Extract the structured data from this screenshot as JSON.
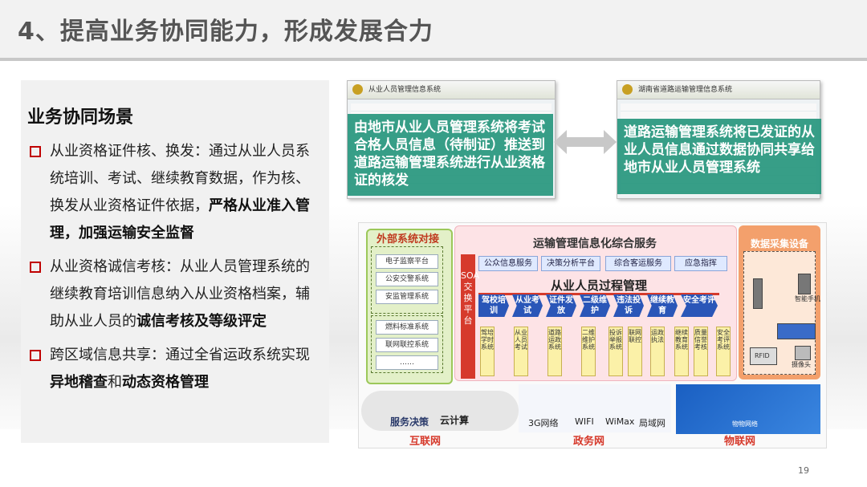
{
  "header": {
    "title": "4、提高业务协同能力，形成发展合力"
  },
  "left": {
    "scene_title": "业务协同场景",
    "bullets": [
      {
        "pre": "从业资格证件核、换发：通过从业人员系统培训、考试、继续教育数据，作为核、换发从业资格证件依据，",
        "bold1": "严格从业准入管理，加强运输安全监督",
        "mid": "",
        "bold2": "",
        "post": ""
      },
      {
        "pre": "从业资格诚信考核：从业人员管理系统的继续教育培训信息纳入从业资格档案，辅助从业人员的",
        "bold1": "诚信考核及等级评定",
        "mid": "",
        "bold2": "",
        "post": ""
      },
      {
        "pre": "跨区域信息共享：通过全省运政系统实现",
        "bold1": "异地稽查",
        "mid": "和",
        "bold2": "动态资格管理",
        "post": ""
      }
    ]
  },
  "screens": {
    "left_header": "从业人员管理信息系统",
    "left_overlay": "由地市从业人员管理系统将考试合格人员信息（待制证）推送到道路运输管理系统进行从业资格证的核发",
    "right_header": "湖南省道路运输管理信息系统",
    "right_overlay": "道路运输管理系统将已发证的从业人员信息通过数据协同共享给地市从业人员管理系统"
  },
  "diagram": {
    "external_title": "外部系统对接",
    "external_items": [
      "电子监察平台",
      "公安交警系统",
      "安监管理系统",
      "燃料标准系统",
      "联网联控系统",
      "……"
    ],
    "transport_title": "运输管理信息化综合服务",
    "soa_label": "SOA交换平台",
    "services": [
      "公众信息服务",
      "决策分析平台",
      "综合客运服务",
      "应急指挥"
    ],
    "process_title": "从业人员过程管理",
    "process_steps": [
      "驾校培训",
      "从业考试",
      "证件发放",
      "二级维护",
      "违法投诉",
      "继续教育",
      "安全考评"
    ],
    "systems": [
      "驾培学时系统",
      "从业人员考试",
      "道路运政系统",
      "二维维护系统",
      "投诉举报系统",
      "联网联控",
      "运政执法",
      "继续教育系统",
      "质量信誉考核",
      "安全考评系统"
    ],
    "data_title": "数据采集设备",
    "devices": [
      "智能手机",
      "RFID",
      "摄像头"
    ],
    "bottom_labels": [
      "服务决策",
      "云计算",
      "3G网络",
      "WIFI",
      "WiMax",
      "局域网",
      "物物网络"
    ],
    "networks": [
      "互联网",
      "政务网",
      "物联网"
    ]
  },
  "footer": {
    "page": "19"
  },
  "colors": {
    "accent_red": "#d63a2c",
    "overlay_green": "#26967d",
    "process_blue": "#2a56b8"
  }
}
